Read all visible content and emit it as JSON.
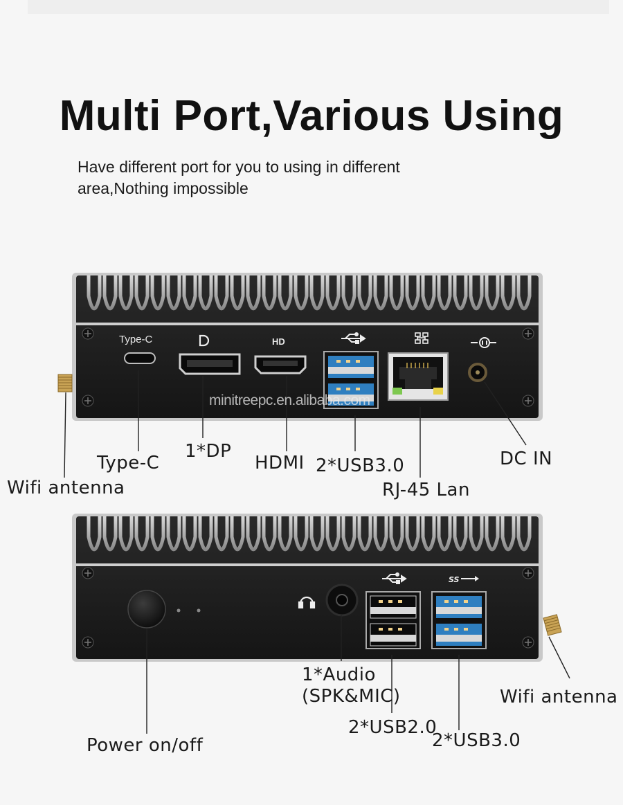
{
  "header": {
    "title": "Multi Port,Various Using",
    "subtitle": "Have different port for you to using in different area,Nothing impossible"
  },
  "watermark": "minitreepc.en.alibaba.com",
  "front_panel": {
    "port_labels": {
      "typec": "Type-C",
      "hd": "HD"
    },
    "callouts": {
      "typec": "Type-C",
      "dp": "1*DP",
      "hdmi": "HDMI",
      "usb30": "2*USB3.0",
      "dcin": "DC IN",
      "rj45": "RJ-45 Lan",
      "wifi": "Wifi antenna"
    }
  },
  "back_panel": {
    "callouts": {
      "audio_line1": "1*Audio",
      "audio_line2": "(SPK&MIC)",
      "wifi": "Wifi antenna",
      "usb20": "2*USB2.0",
      "usb30": "2*USB3.0",
      "power": "Power on/off"
    }
  },
  "colors": {
    "background": "#f6f6f6",
    "chassis": "#1f1f1f",
    "usb3_blue": "#2f7fc0",
    "led_green": "#7ec850",
    "led_yellow": "#e8d24a"
  },
  "icons": [
    "usb-icon",
    "network-icon",
    "dc-power-icon",
    "displayport-icon",
    "headphone-icon",
    "superspeed-usb-icon"
  ]
}
